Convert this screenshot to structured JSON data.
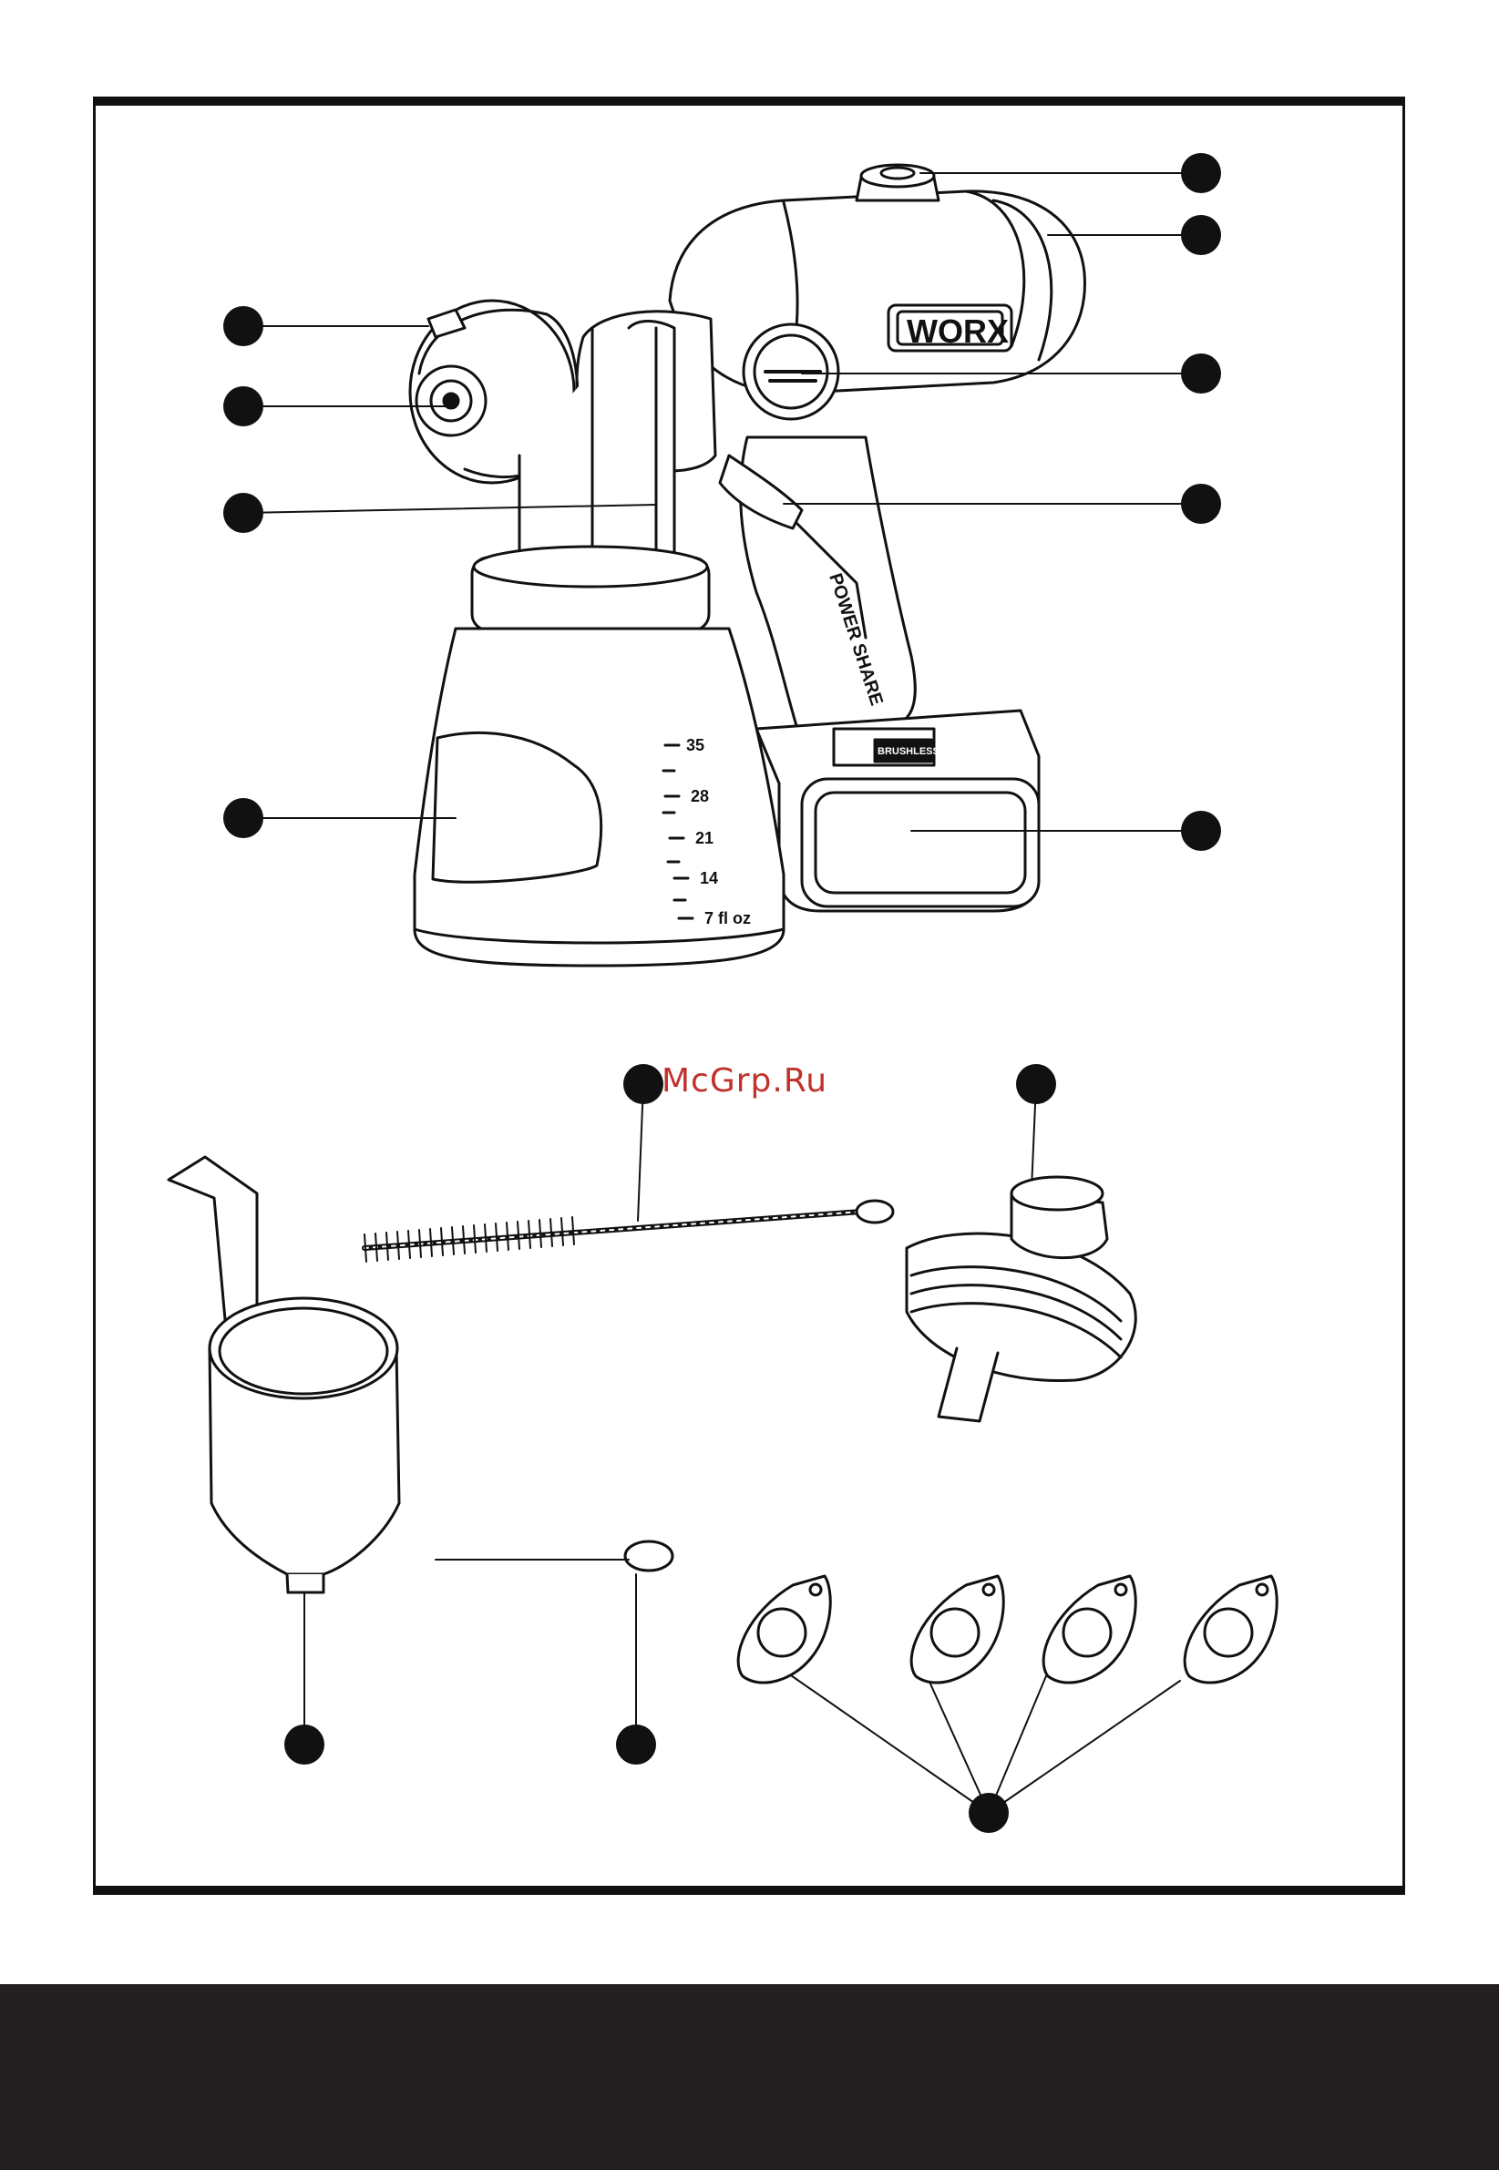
{
  "watermark": "McGrp.Ru",
  "brand": {
    "logo": "WORX",
    "power_share": "POWER SHARE",
    "motor_badge": "BRUSHLESS MOTOR"
  },
  "container_scale": [
    "35",
    "28",
    "21",
    "14",
    "7 fl oz"
  ],
  "colors": {
    "ink": "#111111",
    "footer": "#231f20",
    "watermark": "#c0322b"
  }
}
